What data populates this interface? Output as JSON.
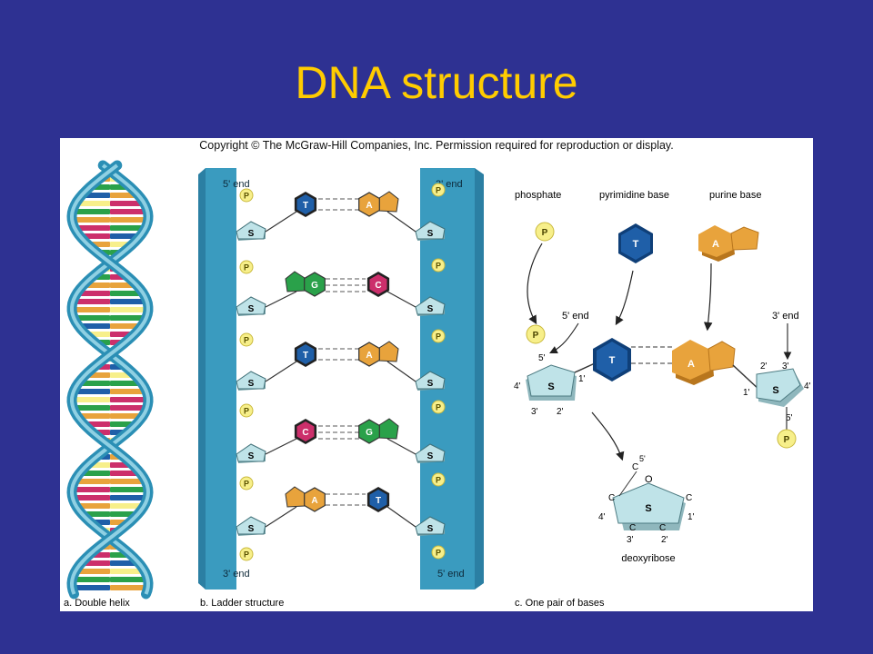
{
  "slide": {
    "title": "DNA structure"
  },
  "figure": {
    "copyright": "Copyright © The McGraw-Hill Companies, Inc. Permission required for reproduction or display.",
    "captions": {
      "a": "a. Double helix",
      "b": "b. Ladder structure",
      "c": "c. One pair of bases"
    }
  },
  "ladder": {
    "left_top": "5' end",
    "right_top": "3' end",
    "left_bottom": "3' end",
    "right_bottom": "5' end",
    "phosphate": "P",
    "sugar": "S",
    "rungs": [
      {
        "left": "T",
        "right": "A"
      },
      {
        "left": "G",
        "right": "C"
      },
      {
        "left": "T",
        "right": "A"
      },
      {
        "left": "C",
        "right": "G"
      },
      {
        "left": "A",
        "right": "T"
      }
    ]
  },
  "pair": {
    "labels": {
      "phosphate": "phosphate",
      "pyrimidine": "pyrimidine base",
      "purine": "purine base"
    },
    "five_end": "5' end",
    "three_end": "3' end",
    "pyrimidine_letter": "T",
    "purine_letter": "A",
    "phosphate_letter": "P",
    "sugar_letter": "S",
    "left_sugar": {
      "c5": "5'",
      "c4": "4'",
      "c1": "1'",
      "c3": "3'",
      "c2": "2'"
    },
    "right_sugar": {
      "c2": "2'",
      "c3": "3'",
      "c1": "1'",
      "c4": "4'",
      "c5": "5'"
    },
    "deoxyribose": {
      "name": "deoxyribose",
      "sugar": "S",
      "oxygen": "O",
      "carbon": "C",
      "c5": "5'",
      "c4": "4'",
      "c1": "1'",
      "c3": "3'",
      "c2": "2'"
    }
  },
  "colors": {
    "background": "#2e3192",
    "title": "#ffcc00",
    "strand": "#3a9bbf",
    "thymine": "#1f5fa8",
    "adenine": "#e8a33c",
    "guanine": "#2aa14a",
    "cytosine": "#cc2f6b",
    "phosphate": "#f7ef8a",
    "sugar": "#bfe3e8"
  }
}
